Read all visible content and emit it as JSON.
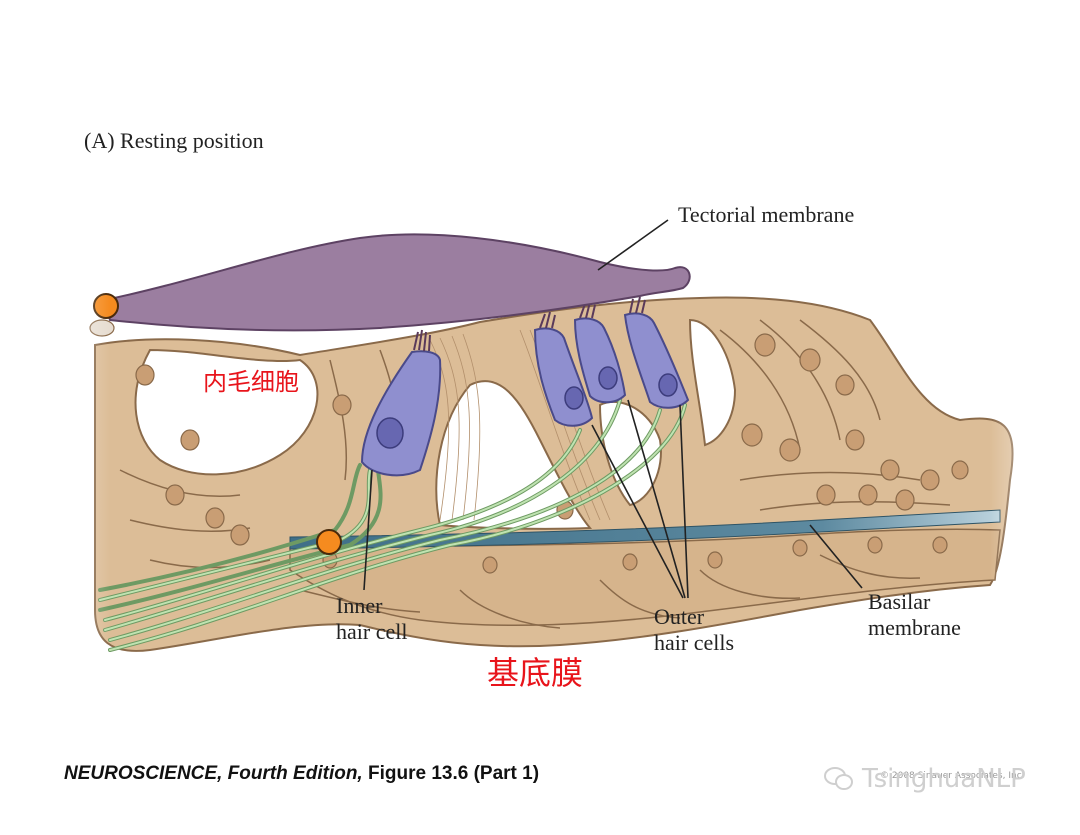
{
  "figure": {
    "panel_title": "(A)  Resting position",
    "labels": {
      "tectorial_membrane": "Tectorial membrane",
      "inner_hair_cell": [
        "Inner",
        "hair cell"
      ],
      "outer_hair_cells": [
        "Outer",
        "hair cells"
      ],
      "basilar_membrane": [
        "Basilar",
        "membrane"
      ]
    },
    "annotations_cn": {
      "inner_hair_cell": "内毛细胞",
      "basilar_membrane": "基底膜"
    }
  },
  "caption": {
    "title": "NEUROSCIENCE, Fourth Edition,",
    "figure_ref": "Figure 13.6 (Part 1)"
  },
  "copyright": "© 2008 Sinauer Associates, Inc.",
  "watermark": "TsinghuaNLP",
  "colors": {
    "tissue": "#dcbd97",
    "tissue_outline": "#8a6a4a",
    "tectorial": "#9b7ea0",
    "hair_cell": "#8f8fcf",
    "nerve": "#a6cf9a",
    "basilar": "#4f7f96",
    "marker": "#f58b1f",
    "red_text": "#e8141b"
  }
}
